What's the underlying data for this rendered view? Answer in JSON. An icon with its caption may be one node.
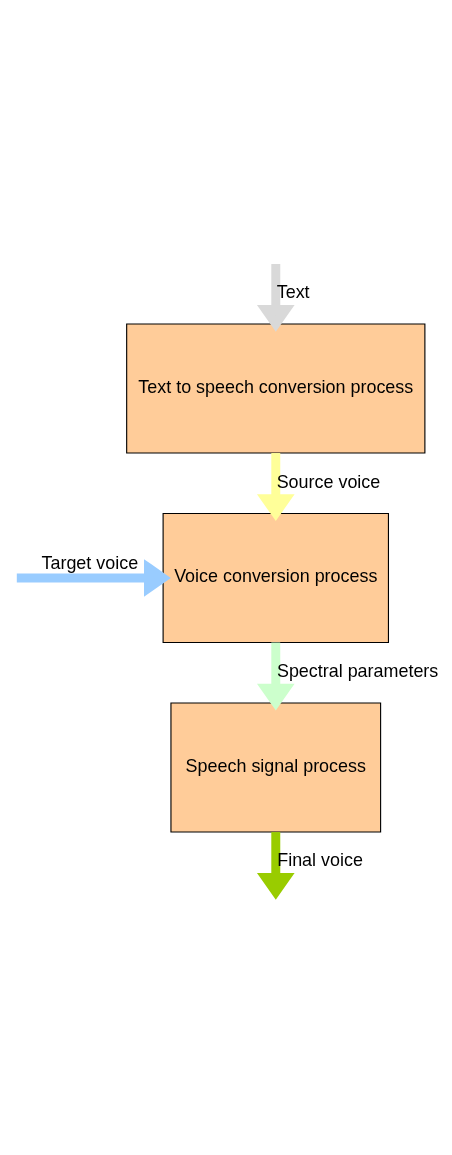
{
  "diagram": {
    "nodes": [
      {
        "text": [
          "Text to speech conversion process"
        ]
      },
      {
        "text": [
          "Voice conversion process"
        ]
      },
      {
        "text": [
          "Speech signal process"
        ]
      }
    ],
    "edges": [
      {
        "from": null,
        "to": 0,
        "arrow": "to",
        "label": "Text",
        "color": "#d9d9d9"
      },
      {
        "from": 0,
        "to": 1,
        "arrow": "to",
        "label": "Source voice",
        "color": "#ffff99"
      },
      {
        "from": null,
        "to": 1,
        "arrow": "to",
        "label": "Target voice",
        "color": "#99ccff"
      },
      {
        "from": 1,
        "to": 2,
        "arrow": "to",
        "label": "Spectral parameters",
        "color": "#ccffcc"
      },
      {
        "from": 2,
        "to": null,
        "arrow": "to",
        "label": "Final voice",
        "color": "#99cc00"
      }
    ]
  }
}
